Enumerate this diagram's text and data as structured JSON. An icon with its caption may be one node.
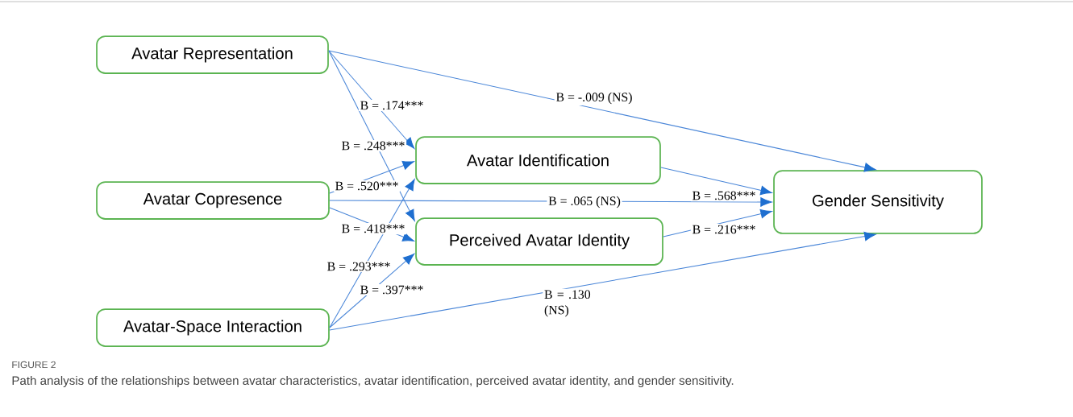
{
  "diagram": {
    "title": "FIGURE 2",
    "caption": "Path analysis of the relationships between avatar characteristics, avatar identification, perceived avatar identity, and gender sensitivity.",
    "nodes": [
      {
        "text": [
          "Avatar Representation"
        ]
      },
      {
        "text": [
          "Avatar Copresence"
        ]
      },
      {
        "text": [
          "Avatar Identification"
        ]
      },
      {
        "text": [
          "Perceived Avatar Identity"
        ]
      },
      {
        "text": [
          "Gender Sensitivity"
        ]
      },
      {
        "text": [
          "Avatar-Space Interaction"
        ]
      }
    ],
    "edges": [
      {
        "from": 0,
        "to": 4,
        "arrow": "to",
        "label": "B = -.009 (NS)"
      },
      {
        "from": 0,
        "to": 2,
        "arrow": "to",
        "label": "B = .174***"
      },
      {
        "from": 0,
        "to": 3,
        "arrow": "to",
        "label": "B = .248***"
      },
      {
        "from": 1,
        "to": 2,
        "arrow": "to",
        "label": "B = .520***"
      },
      {
        "from": 1,
        "to": 4,
        "arrow": "to",
        "label": "B = .065 (NS)"
      },
      {
        "from": 1,
        "to": 3,
        "arrow": "to",
        "label": "B = .418***"
      },
      {
        "from": 5,
        "to": 2,
        "arrow": "to",
        "label": "B = .293***"
      },
      {
        "from": 5,
        "to": 3,
        "arrow": "to",
        "label": "B = .397***"
      },
      {
        "from": 5,
        "to": 4,
        "arrow": "to",
        "label": "B = .130 (NS)"
      },
      {
        "from": 2,
        "to": 4,
        "arrow": "to",
        "label": "B = .568***"
      },
      {
        "from": 3,
        "to": 4,
        "arrow": "to",
        "label": "B = .216***"
      }
    ]
  }
}
